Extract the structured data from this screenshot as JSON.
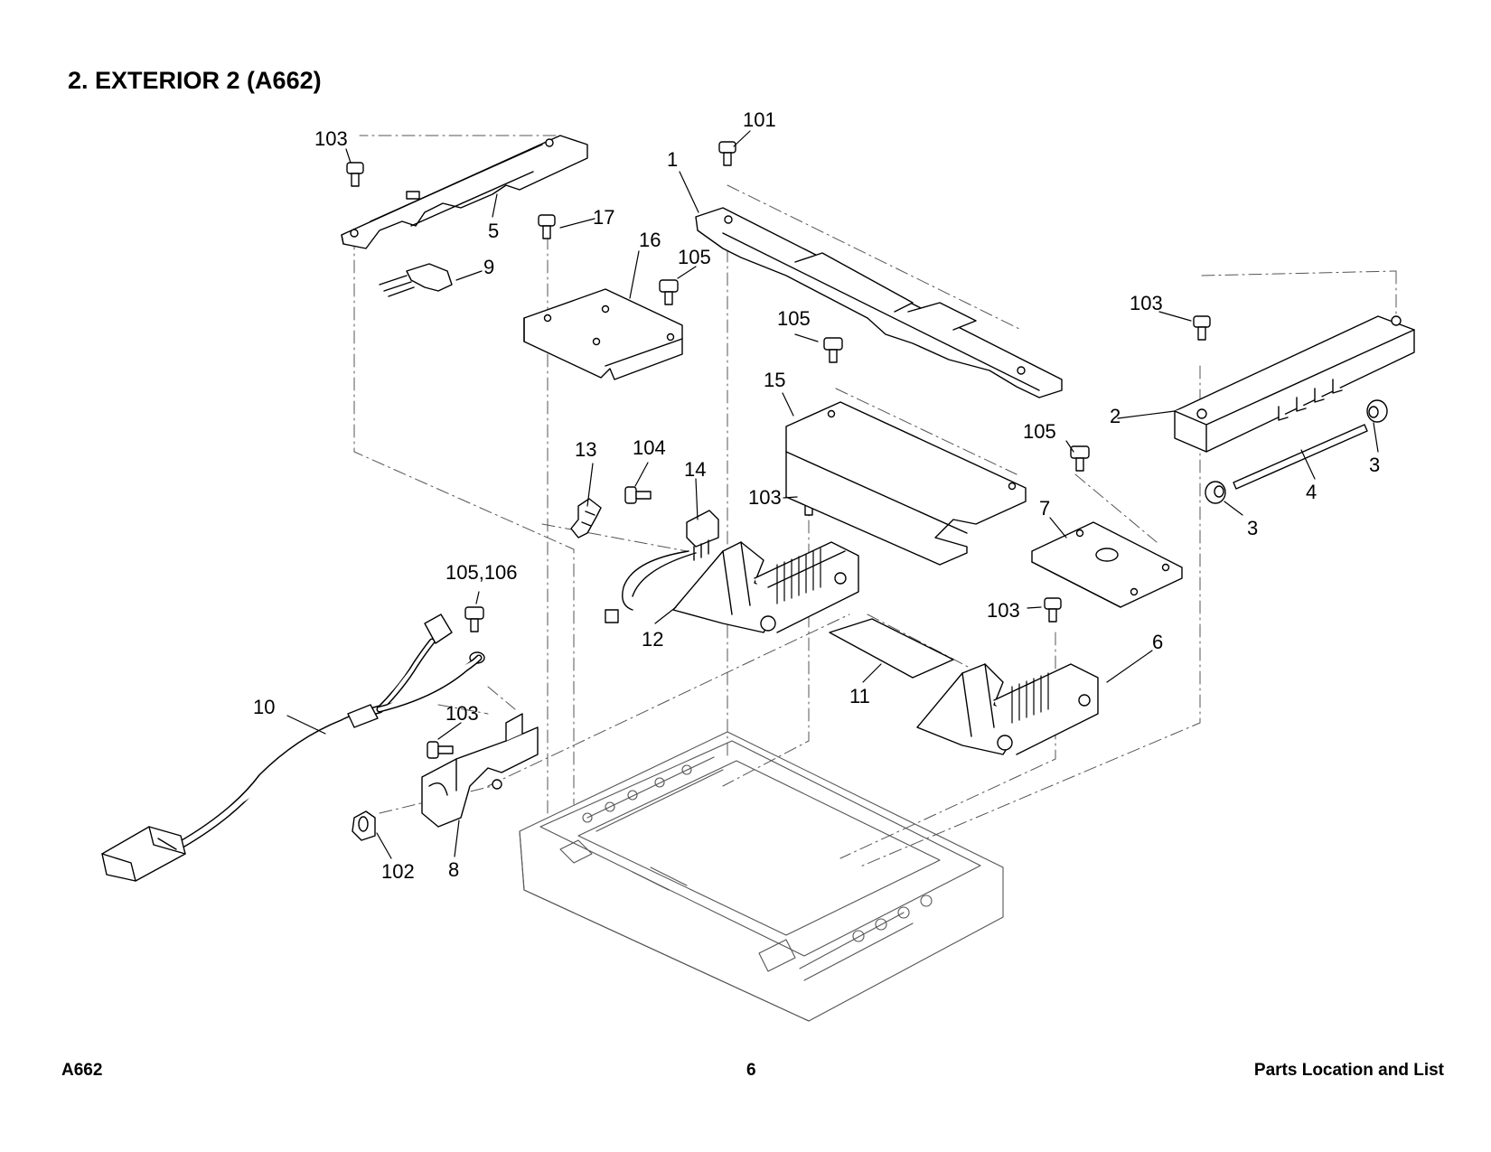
{
  "page": {
    "title": "2. EXTERIOR 2 (A662)",
    "footer_left": "A662",
    "footer_page": "6",
    "footer_right": "Parts Location and List"
  },
  "callouts": [
    "1",
    "2",
    "3",
    "3",
    "4",
    "5",
    "6",
    "7",
    "8",
    "9",
    "10",
    "11",
    "12",
    "13",
    "14",
    "15",
    "16",
    "17",
    "101",
    "102",
    "103",
    "103",
    "103",
    "103",
    "103",
    "104",
    "105",
    "105",
    "105",
    "105,106"
  ]
}
